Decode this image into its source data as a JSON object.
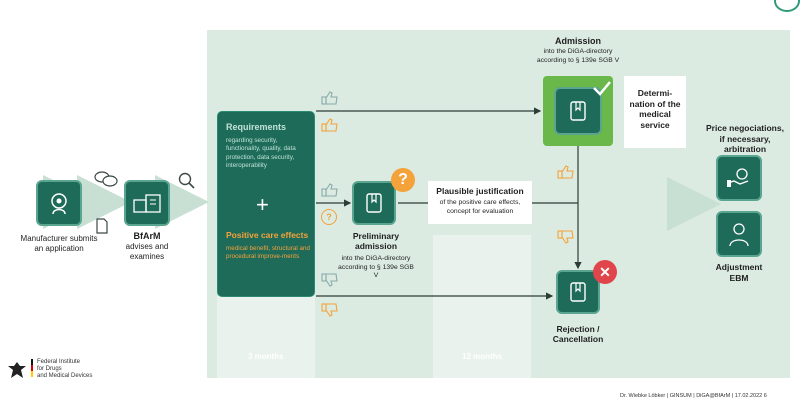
{
  "manufacturer": {
    "label": "Manufacturer submits an application"
  },
  "bfarm": {
    "title": "BfArM",
    "sub": "advises and examines"
  },
  "requirements": {
    "title": "Requirements",
    "text": "regarding security, functionality, quality, data protection, data security, interoperability",
    "plus": "+",
    "pce_title": "Positive care effects",
    "pce_text": "medical benefit, structural and procedural improve-ments"
  },
  "preliminary": {
    "title": "Preliminary admission",
    "sub": "into the DiGA-directory according to § 139e SGB V"
  },
  "plausible": {
    "title": "Plausible justification",
    "sub": "of the positive care effects, concept for evaluation"
  },
  "admission": {
    "title": "Admission",
    "sub": "into the DiGA-directory according to § 139e SGB V"
  },
  "determination": {
    "text": "Determi-nation of the medical service"
  },
  "rejection": {
    "title": "Rejection / Cancellation"
  },
  "price": {
    "text": "Price negociations, if necessary, arbitration"
  },
  "adjustment": {
    "text": "Adjustment EBM"
  },
  "durations": {
    "first": "3 months",
    "second": "12 months"
  },
  "institute": {
    "line1": "Federal Institute",
    "line2": "for Drugs",
    "line3": "and Medical Devices"
  },
  "footer": {
    "text": "Dr. Wiebke Löbker | GINSUM | DiGA@BfArM | 17.02.2022 6"
  },
  "colors": {
    "teal": "#1f6b5a",
    "light_green": "#dcebe2",
    "orange": "#f4a23a",
    "green": "#6bb84a",
    "red": "#e0454b"
  }
}
